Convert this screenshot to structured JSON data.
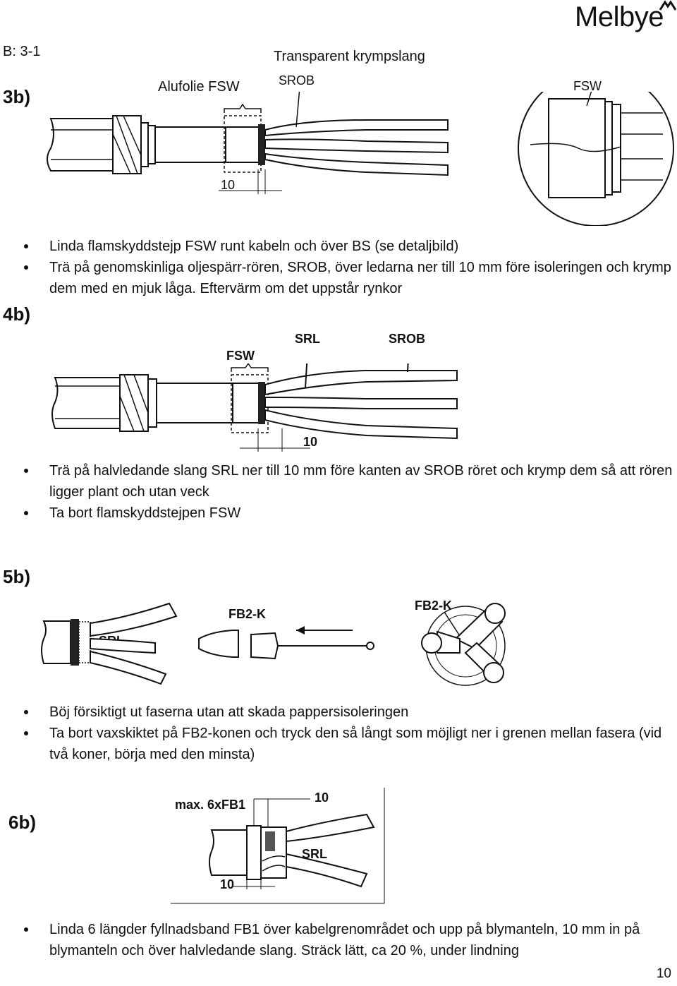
{
  "header": {
    "brand": "Melbye",
    "doc_ref": "B: 3-1"
  },
  "step3b": {
    "number": "3b)",
    "labels": {
      "transparent": "Transparent krympslang",
      "alufolie": "Alufolie FSW",
      "srob": "SROB",
      "fsw_detail": "FSW",
      "dim": "10"
    },
    "bullets": [
      "Linda flamskyddstejp FSW runt kabeln och över BS (se detaljbild)",
      "Trä på genomskinliga oljespärr-rören, SROB, över ledarna ner till 10 mm före isoleringen och krymp dem med en mjuk låga. Eftervärm om det uppstår rynkor"
    ]
  },
  "step4b": {
    "number": "4b)",
    "labels": {
      "fsw": "FSW",
      "srl": "SRL",
      "srob": "SROB",
      "dim": "10"
    },
    "bullets": [
      "Trä på halvledande slang SRL ner till 10 mm före kanten av SROB röret och krymp dem så att rören ligger plant och utan veck",
      "Ta bort flamskyddstejpen FSW"
    ]
  },
  "step5b": {
    "number": "5b)",
    "labels": {
      "srl": "SRL",
      "fb2k_left": "FB2-K",
      "fb2k_right": "FB2-K"
    },
    "bullets": [
      "Böj försiktigt ut faserna utan att skada pappersisoleringen",
      "Ta bort vaxskiktet på FB2-konen och tryck den så långt som möjligt ner i grenen mellan fasera (vid två koner, börja med den minsta)"
    ]
  },
  "step6b": {
    "number": "6b)",
    "labels": {
      "max": "max. 6xFB1",
      "dim_top": "10",
      "srl": "SRL",
      "dim_bottom": "10"
    },
    "bullets": [
      "Linda 6 längder fyllnadsband FB1 över kabelgrenområdet och upp på blymanteln, 10 mm in på blymanteln och över halvledande slang. Sträck lätt, ca 20 %, under lindning"
    ]
  },
  "footer": {
    "page_number": "10"
  }
}
